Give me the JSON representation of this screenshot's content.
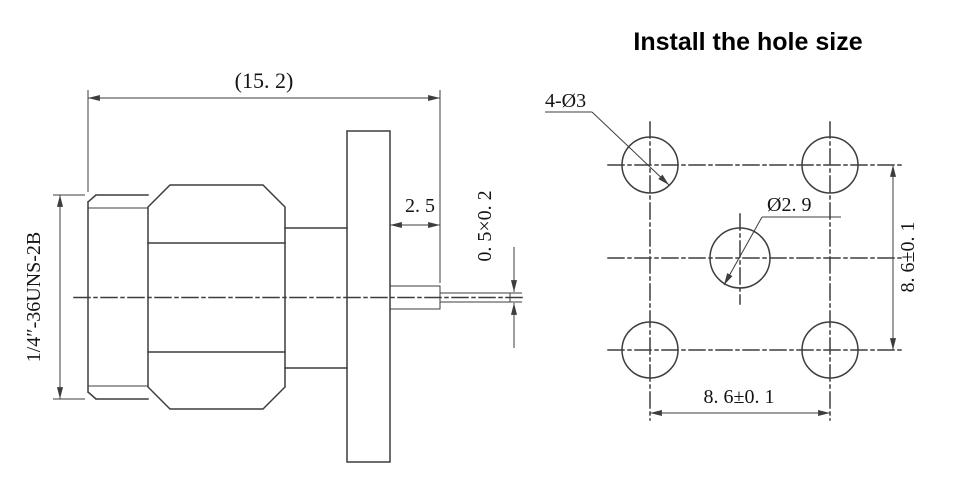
{
  "title": "Install the hole size",
  "colors": {
    "line": "#3d3d3d",
    "text": "#141414",
    "background": "#ffffff"
  },
  "connector_view": {
    "overall_length": "(15. 2)",
    "thread_spec": "1/4″-36UNS-2B",
    "flange_offset": "2. 5",
    "pin_section": "0. 5×0. 2"
  },
  "hole_pattern": {
    "corner_holes": "4-Ø3",
    "center_hole": "Ø2. 9",
    "vertical_pitch": "8. 6±0. 1",
    "horizontal_pitch": "8. 6±0. 1"
  }
}
